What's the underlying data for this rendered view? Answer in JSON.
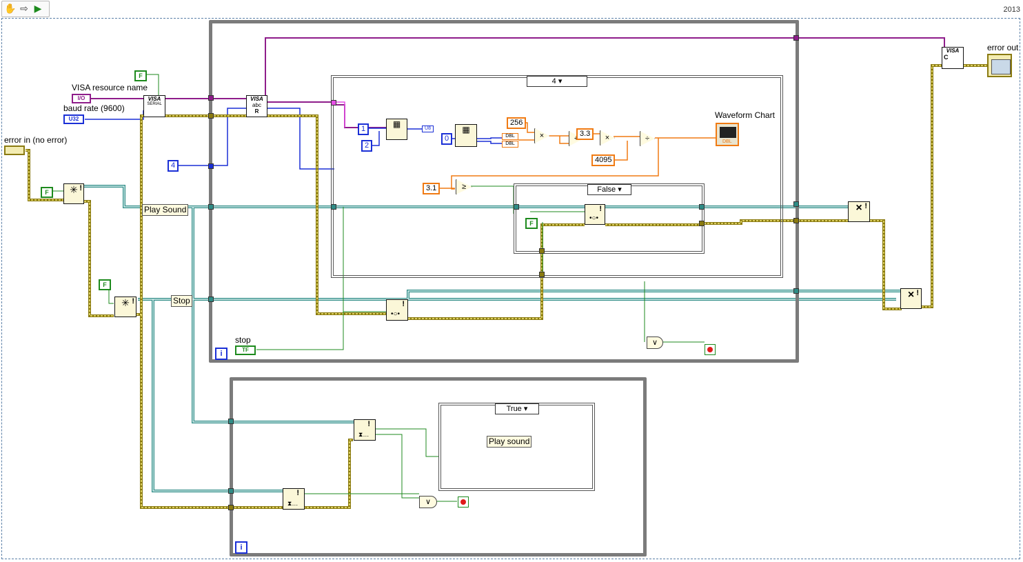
{
  "toolbar": {
    "tools": [
      {
        "name": "hand-icon",
        "glyph": "✋"
      },
      {
        "name": "arrow-icon",
        "glyph": "⇨"
      },
      {
        "name": "run-icon",
        "glyph": "▶"
      }
    ],
    "version": "2013"
  },
  "controls": {
    "visa_resource_label": "VISA resource name",
    "visa_resource_value": "I/O",
    "baud_rate_label": "baud rate (9600)",
    "baud_rate_value": "U32",
    "error_in_label": "error in (no error)",
    "error_out_label": "error out",
    "stop_label": "stop",
    "stop_value": "TF"
  },
  "constants": {
    "false_1": "F",
    "false_2": "F",
    "false_3": "F",
    "false_4": "F",
    "four": "4",
    "one": "1",
    "two": "2",
    "zero": "0",
    "c256": "256",
    "c3_3": "3.3",
    "c4095": "4095",
    "c3_1": "3.1",
    "play_sound_cluster": "Play Sound",
    "stop_cluster": "Stop",
    "play_sound_text": "Play sound"
  },
  "indicators": {
    "waveform_chart_label": "Waveform Chart",
    "dbl": "DBL"
  },
  "nodes": {
    "visa_config": "VISA",
    "visa_read": "VISA",
    "visa_close": "VISA",
    "read_abc": "abc",
    "read_r": "R",
    "type_u8": "U8",
    "dbl_a": "DBL",
    "dbl_b": "DBL"
  },
  "operators": {
    "multiply_1": "×",
    "add": "+",
    "multiply_2": "×",
    "divide": "÷",
    "greater_equal": "≥",
    "or_1": "∨",
    "or_2": "∨",
    "release_1": "×",
    "release_2": "×"
  },
  "structures": {
    "case_outer_selector": "4",
    "case_inner_selector": "False",
    "case_bottom_selector": "True",
    "iteration": "i"
  },
  "colors": {
    "error_wire": "#bfa41f",
    "visa_wire": "#8e1c8a",
    "int_wire": "#1a2fd6",
    "dbl_wire": "#f07a12",
    "notifier_wire": "#2f8c86",
    "bool_wire": "#1d8a1d",
    "loop_border": "#7b7b7b"
  }
}
